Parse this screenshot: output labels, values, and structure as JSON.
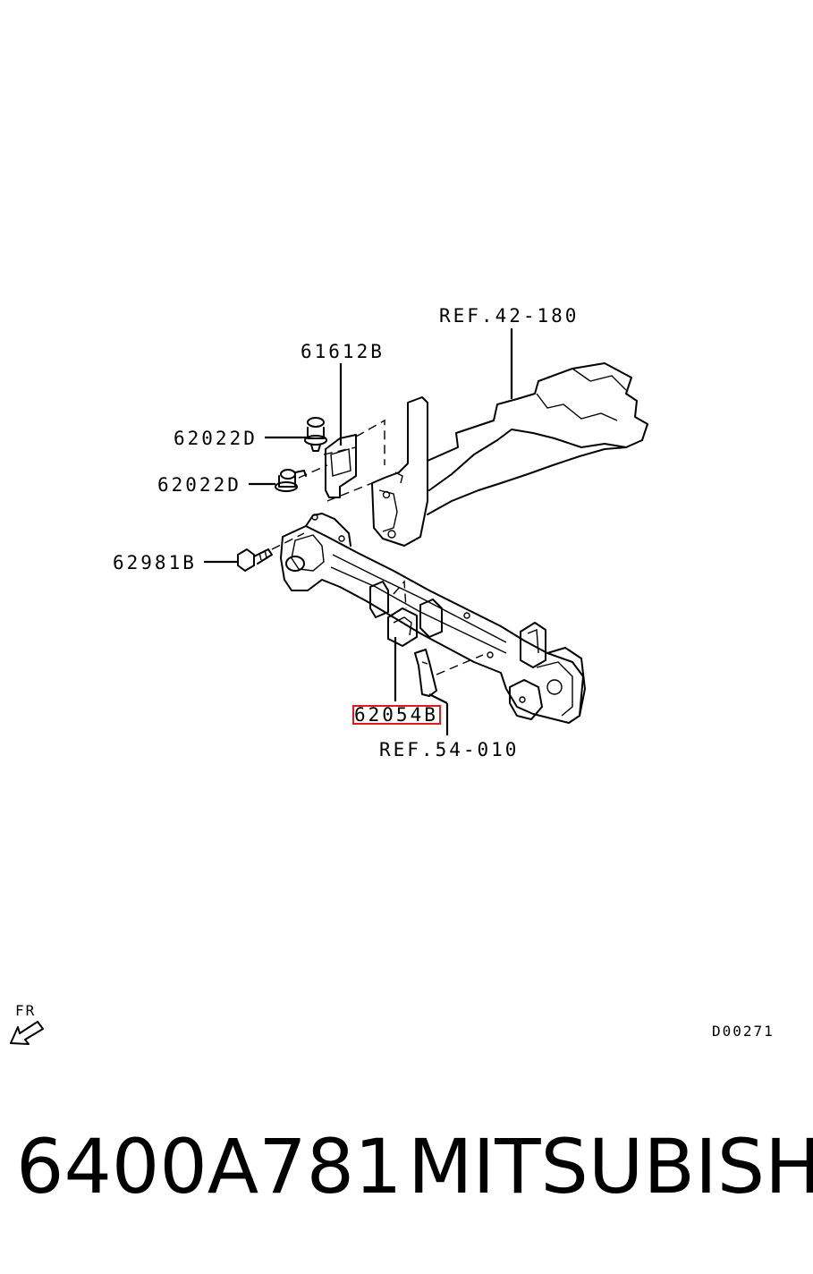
{
  "callouts": {
    "ref_42_180": "REF.42-180",
    "p61612b": "61612B",
    "p62022d_upper": "62022D",
    "p62022d_lower": "62022D",
    "p62981b": "62981B",
    "p62054b": "62054B",
    "ref_54_010": "REF.54-010"
  },
  "direction_label": "FR",
  "drawing_code": "D00271",
  "footer": {
    "part_number": "6400A781",
    "brand": "MITSUBISHI"
  },
  "highlight_color": "#e01b1b"
}
